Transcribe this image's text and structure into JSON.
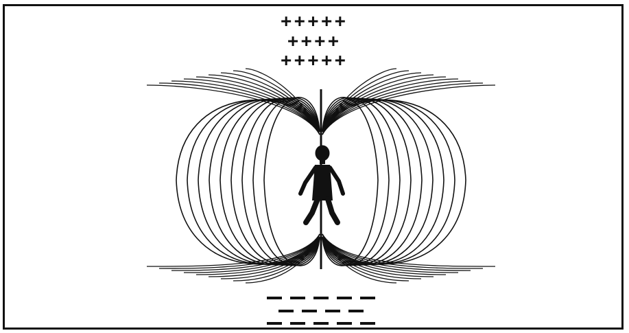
{
  "figure": {
    "colors": {
      "ink": "#111111",
      "background": "#ffffff"
    },
    "top_charges": {
      "symbol": "+",
      "rows": [
        "+++++",
        "++++",
        "+++++"
      ]
    },
    "bottom_charges": {
      "symbol": "−",
      "rows": [
        5,
        4,
        5
      ]
    },
    "field_lines": {
      "per_side": 9,
      "pattern": "dipole loops"
    },
    "central_figure": "person-silhouette",
    "central_axis": "vertical-line"
  }
}
